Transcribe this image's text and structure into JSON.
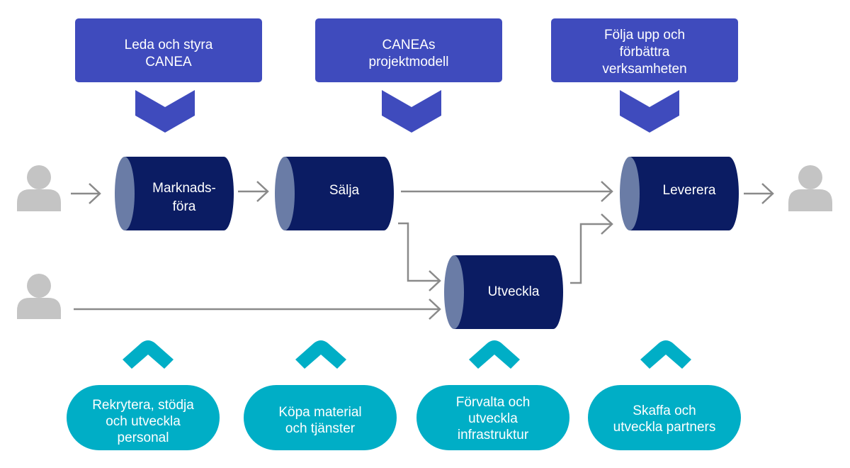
{
  "colors": {
    "top_box": "#3f4bbd",
    "cylinder_body": "#0b1c63",
    "cylinder_face": "#6a7ca6",
    "bottom_pill": "#00aec6",
    "connector": "#8a8a8a",
    "person": "#c4c4c4"
  },
  "top_boxes": [
    {
      "lines": [
        "Leda och styra",
        "CANEA"
      ]
    },
    {
      "lines": [
        "CANEAs",
        "projektmodell"
      ]
    },
    {
      "lines": [
        "Följa upp och",
        "förbättra",
        "verksamheten"
      ]
    }
  ],
  "processes": [
    {
      "id": "marknadsfora",
      "lines": [
        "Marknads-",
        "föra"
      ]
    },
    {
      "id": "salja",
      "lines": [
        "Sälja"
      ]
    },
    {
      "id": "leverera",
      "lines": [
        "Leverera"
      ]
    },
    {
      "id": "utveckla",
      "lines": [
        "Utveckla"
      ]
    }
  ],
  "support_pills": [
    {
      "lines": [
        "Rekrytera, stödja",
        "och utveckla",
        "personal"
      ]
    },
    {
      "lines": [
        "Köpa material",
        "och tjänster"
      ]
    },
    {
      "lines": [
        "Förvalta och",
        "utveckla",
        "infrastruktur"
      ]
    },
    {
      "lines": [
        "Skaffa och",
        "utveckla partners"
      ]
    }
  ],
  "icons": {
    "person": "person-icon",
    "down_chevron": "chevron-down-icon",
    "up_chevron": "chevron-up-icon",
    "arrow": "arrow-right-icon"
  }
}
